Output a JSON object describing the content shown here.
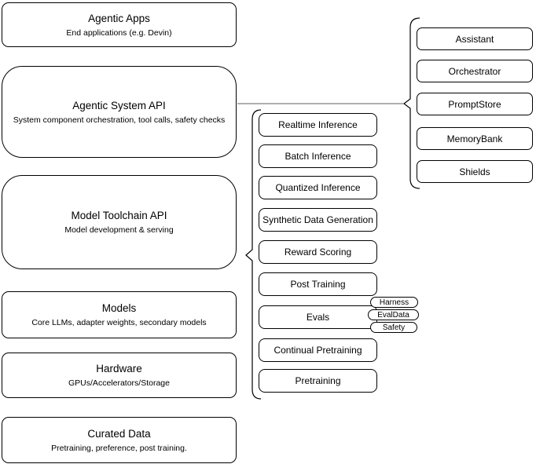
{
  "colors": {
    "background": "#ffffff",
    "node_fill": "#ffffff",
    "node_stroke": "#000000",
    "text": "#000000",
    "connector": "#808080"
  },
  "stack": [
    {
      "title": "Agentic Apps",
      "subtitle": "End applications (e.g. Devin)"
    },
    {
      "title": "Agentic System API",
      "subtitle": "System component orchestration, tool calls, safety checks"
    },
    {
      "title": "Model Toolchain API",
      "subtitle": "Model development & serving"
    },
    {
      "title": "Models",
      "subtitle": "Core LLMs, adapter weights, secondary models"
    },
    {
      "title": "Hardware",
      "subtitle": "GPUs/Accelerators/Storage"
    },
    {
      "title": "Curated Data",
      "subtitle": "Pretraining, preference, post training."
    }
  ],
  "toolchain": {
    "services": [
      "Realtime Inference",
      "Batch Inference",
      "Quantized Inference",
      "Synthetic Data Generation",
      "Reward Scoring",
      "Post Training",
      "Evals",
      "Continual Pretraining",
      "Pretraining"
    ],
    "evals_tags": [
      "Harness",
      "EvalData",
      "Safety"
    ]
  },
  "system_components": [
    "Assistant",
    "Orchestrator",
    "PromptStore",
    "MemoryBank",
    "Shields"
  ]
}
